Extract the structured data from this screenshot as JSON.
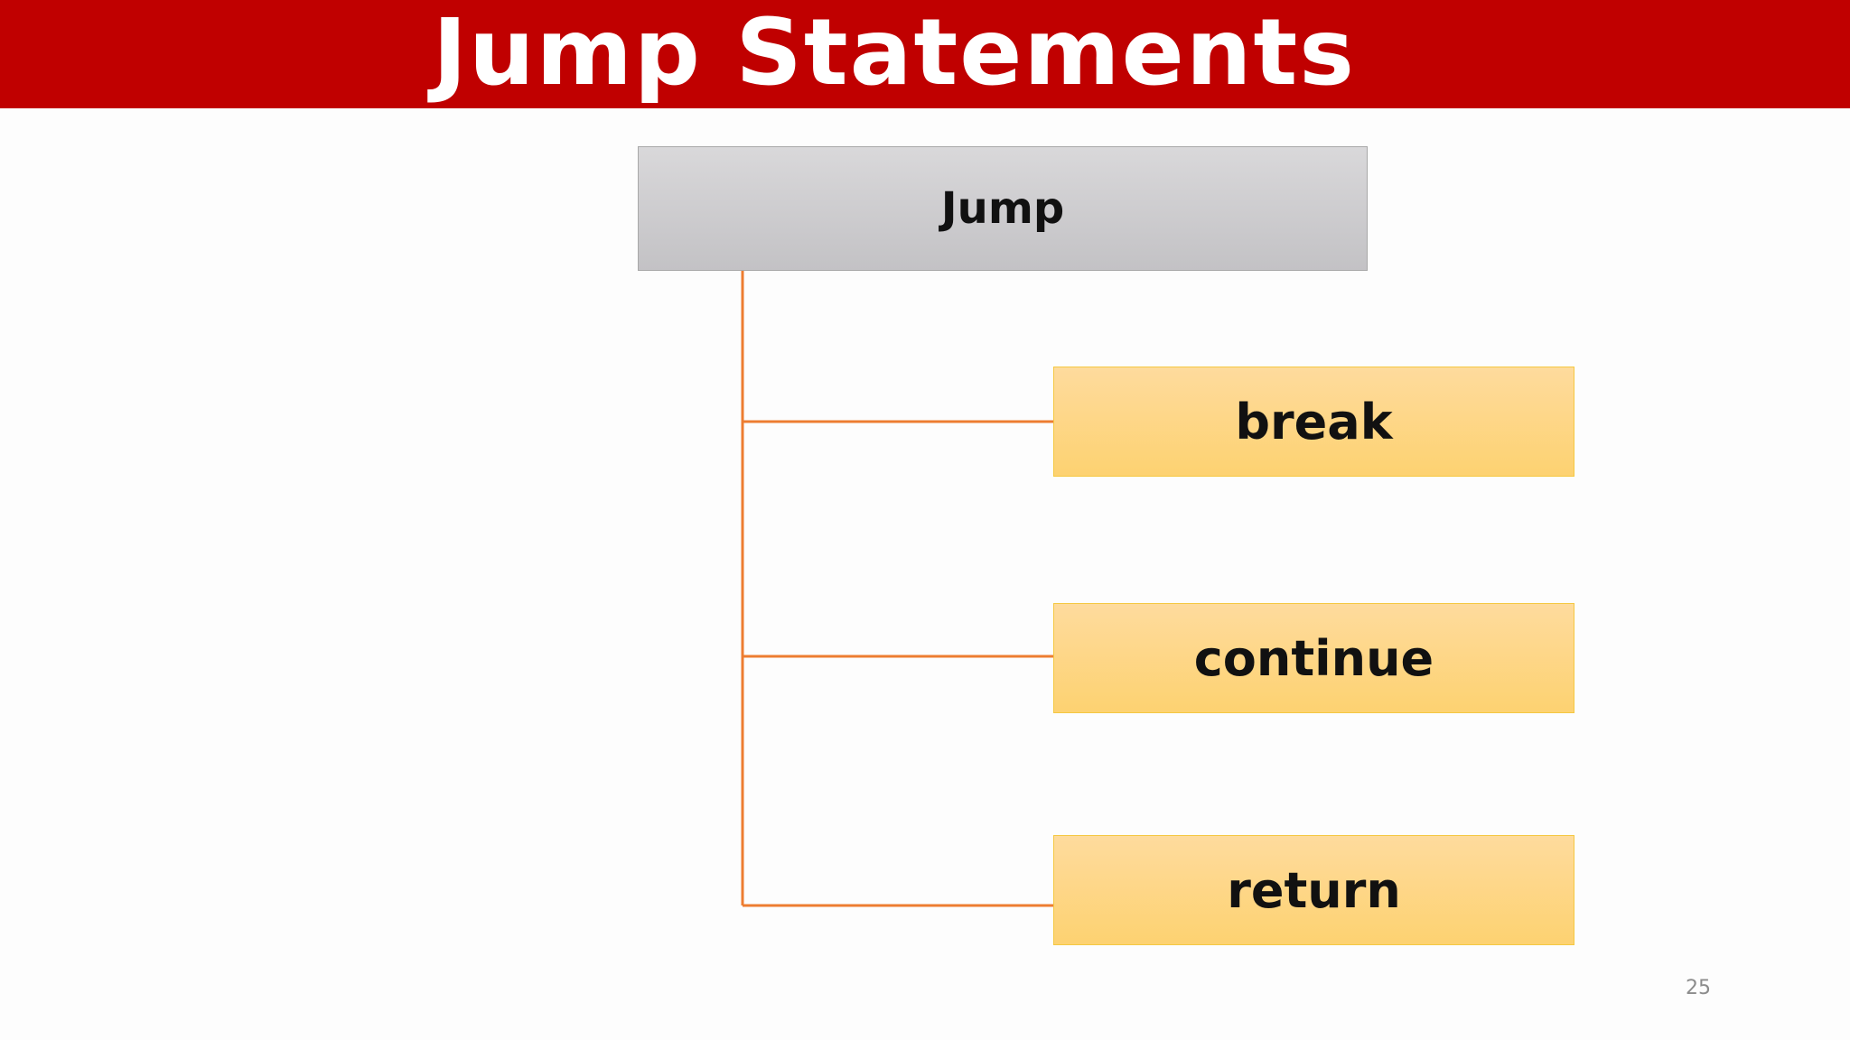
{
  "slide": {
    "title": "Jump Statements",
    "page_number": "25",
    "colors": {
      "title_bar": "#c00000",
      "title_text": "#ffffff",
      "root_box": "#cacacc",
      "child_box": "#fed680",
      "connector": "#ed7d31"
    }
  },
  "diagram": {
    "root": {
      "label": "Jump"
    },
    "children": [
      {
        "label": "break"
      },
      {
        "label": "continue"
      },
      {
        "label": "return"
      }
    ]
  }
}
